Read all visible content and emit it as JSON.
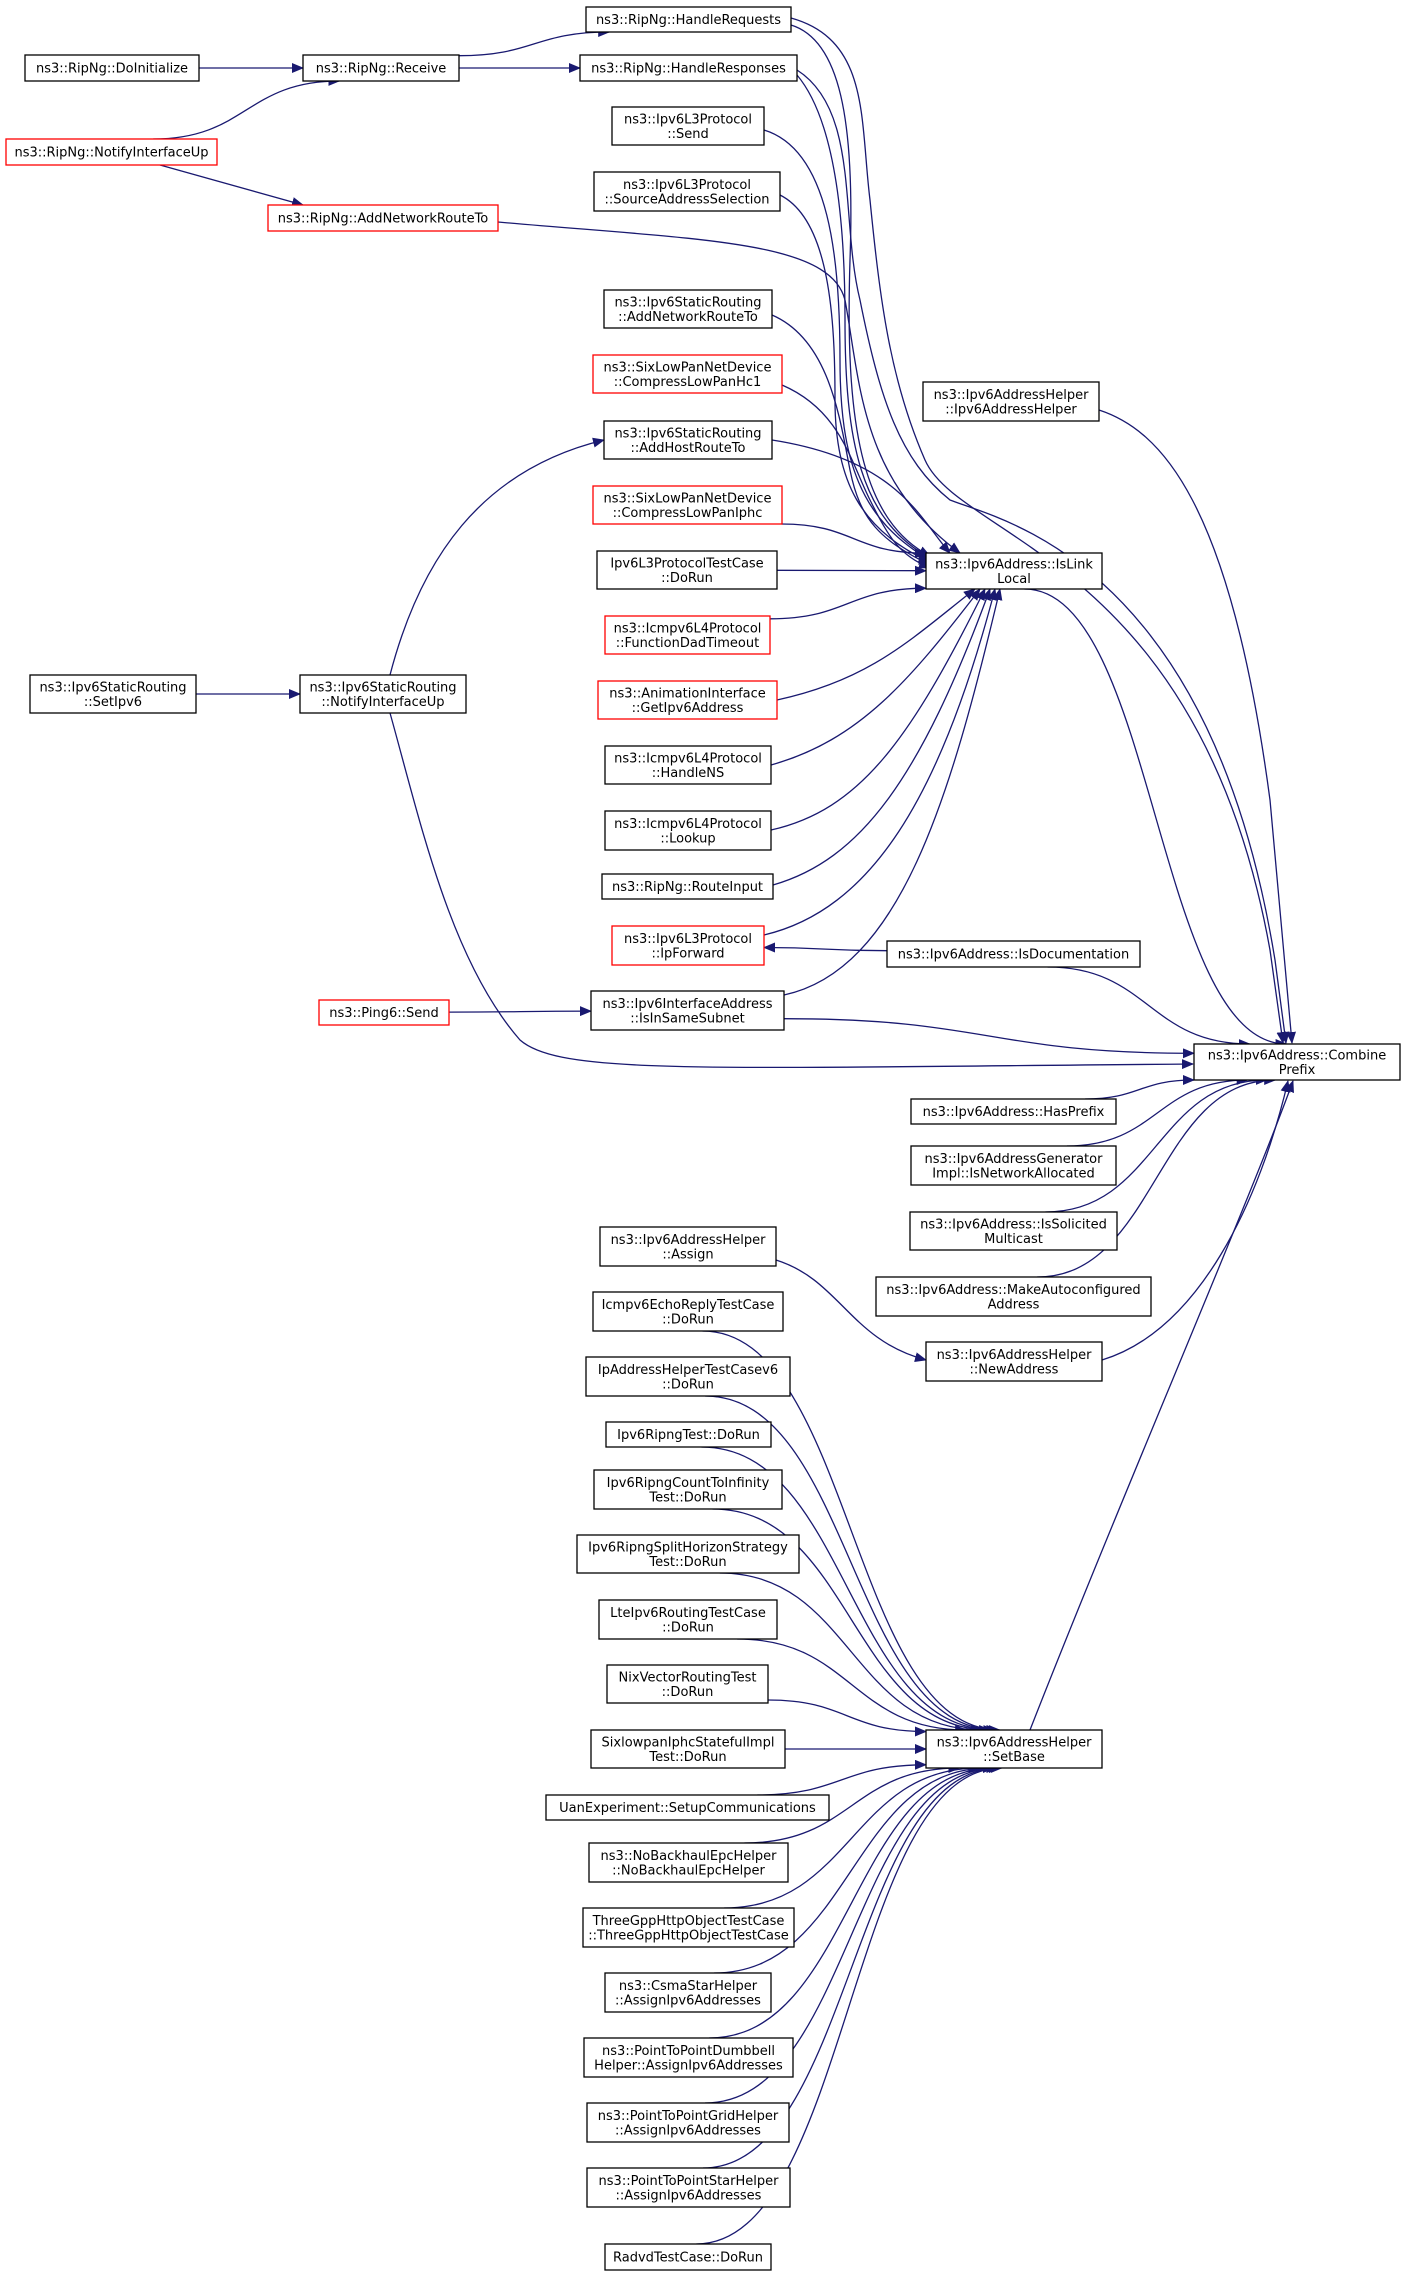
{
  "colors": {
    "edge": "#191970",
    "border_normal": "#000000",
    "border_red": "#ff0000",
    "focus_fill": "#bfbfbf"
  },
  "nodes": {
    "combine_prefix": {
      "lines": [
        "ns3::Ipv6Address::Combine",
        "Prefix"
      ],
      "border": "black",
      "focus": true
    },
    "is_link_local": {
      "lines": [
        "ns3::Ipv6Address::IsLink",
        "Local"
      ],
      "border": "black"
    },
    "ripng_handle_requests": {
      "lines": [
        "ns3::RipNg::HandleRequests"
      ],
      "border": "black"
    },
    "ripng_receive": {
      "lines": [
        "ns3::RipNg::Receive"
      ],
      "border": "black"
    },
    "ripng_do_initialize": {
      "lines": [
        "ns3::RipNg::DoInitialize"
      ],
      "border": "black"
    },
    "ripng_notify_interface_up": {
      "lines": [
        "ns3::RipNg::NotifyInterfaceUp"
      ],
      "border": "red"
    },
    "ripng_handle_responses": {
      "lines": [
        "ns3::RipNg::HandleResponses"
      ],
      "border": "black"
    },
    "ipv6l3_send": {
      "lines": [
        "ns3::Ipv6L3Protocol",
        "::Send"
      ],
      "border": "black"
    },
    "ipv6l3_source_address_selection": {
      "lines": [
        "ns3::Ipv6L3Protocol",
        "::SourceAddressSelection"
      ],
      "border": "black"
    },
    "ripng_add_network_route_to": {
      "lines": [
        "ns3::RipNg::AddNetworkRouteTo"
      ],
      "border": "red"
    },
    "static_add_network_route_to": {
      "lines": [
        "ns3::Ipv6StaticRouting",
        "::AddNetworkRouteTo"
      ],
      "border": "black"
    },
    "compress_lowpan_hc1": {
      "lines": [
        "ns3::SixLowPanNetDevice",
        "::CompressLowPanHc1"
      ],
      "border": "red"
    },
    "addr_helper_ctor": {
      "lines": [
        "ns3::Ipv6AddressHelper",
        "::Ipv6AddressHelper"
      ],
      "border": "black"
    },
    "static_add_host_route_to": {
      "lines": [
        "ns3::Ipv6StaticRouting",
        "::AddHostRouteTo"
      ],
      "border": "black"
    },
    "compress_lowpan_iphc": {
      "lines": [
        "ns3::SixLowPanNetDevice",
        "::CompressLowPanIphc"
      ],
      "border": "red"
    },
    "ipv6l3_test_do_run": {
      "lines": [
        "Ipv6L3ProtocolTestCase",
        "::DoRun"
      ],
      "border": "black"
    },
    "static_set_ipv6": {
      "lines": [
        "ns3::Ipv6StaticRouting",
        "::SetIpv6"
      ],
      "border": "black"
    },
    "static_notify_interface_up": {
      "lines": [
        "ns3::Ipv6StaticRouting",
        "::NotifyInterfaceUp"
      ],
      "border": "black"
    },
    "icmpv6_function_dad_timeout": {
      "lines": [
        "ns3::Icmpv6L4Protocol",
        "::FunctionDadTimeout"
      ],
      "border": "red"
    },
    "animation_get_ipv6_address": {
      "lines": [
        "ns3::AnimationInterface",
        "::GetIpv6Address"
      ],
      "border": "red"
    },
    "icmpv6_handle_ns": {
      "lines": [
        "ns3::Icmpv6L4Protocol",
        "::HandleNS"
      ],
      "border": "black"
    },
    "icmpv6_lookup": {
      "lines": [
        "ns3::Icmpv6L4Protocol",
        "::Lookup"
      ],
      "border": "black"
    },
    "ripng_route_input": {
      "lines": [
        "ns3::RipNg::RouteInput"
      ],
      "border": "black"
    },
    "ipv6l3_ip_forward": {
      "lines": [
        "ns3::Ipv6L3Protocol",
        "::IpForward"
      ],
      "border": "red"
    },
    "is_documentation": {
      "lines": [
        "ns3::Ipv6Address::IsDocumentation"
      ],
      "border": "black"
    },
    "ping6_send": {
      "lines": [
        "ns3::Ping6::Send"
      ],
      "border": "red"
    },
    "iface_addr_is_in_same_subnet": {
      "lines": [
        "ns3::Ipv6InterfaceAddress",
        "::IsInSameSubnet"
      ],
      "border": "black"
    },
    "has_prefix": {
      "lines": [
        "ns3::Ipv6Address::HasPrefix"
      ],
      "border": "black"
    },
    "generator_is_network_allocated": {
      "lines": [
        "ns3::Ipv6AddressGenerator",
        "Impl::IsNetworkAllocated"
      ],
      "border": "black"
    },
    "is_solicited_multicast": {
      "lines": [
        "ns3::Ipv6Address::IsSolicited",
        "Multicast"
      ],
      "border": "black"
    },
    "make_autoconfigured_address": {
      "lines": [
        "ns3::Ipv6Address::MakeAutoconfigured",
        "Address"
      ],
      "border": "black"
    },
    "addr_helper_assign": {
      "lines": [
        "ns3::Ipv6AddressHelper",
        "::Assign"
      ],
      "border": "black"
    },
    "addr_helper_new_address": {
      "lines": [
        "ns3::Ipv6AddressHelper",
        "::NewAddress"
      ],
      "border": "black"
    },
    "icmpv6_echo_reply_do_run": {
      "lines": [
        "Icmpv6EchoReplyTestCase",
        "::DoRun"
      ],
      "border": "black"
    },
    "ip_address_helper_v6_do_run": {
      "lines": [
        "IpAddressHelperTestCasev6",
        "::DoRun"
      ],
      "border": "black"
    },
    "ipv6_ripng_test_do_run": {
      "lines": [
        "Ipv6RipngTest::DoRun"
      ],
      "border": "black"
    },
    "ripng_count_to_infinity_do_run": {
      "lines": [
        "Ipv6RipngCountToInfinity",
        "Test::DoRun"
      ],
      "border": "black"
    },
    "ripng_split_horizon_do_run": {
      "lines": [
        "Ipv6RipngSplitHorizonStrategy",
        "Test::DoRun"
      ],
      "border": "black"
    },
    "lte_ipv6_routing_do_run": {
      "lines": [
        "LteIpv6RoutingTestCase",
        "::DoRun"
      ],
      "border": "black"
    },
    "nix_vector_routing_do_run": {
      "lines": [
        "NixVectorRoutingTest",
        "::DoRun"
      ],
      "border": "black"
    },
    "sixlowpan_iphc_stateful_do_run": {
      "lines": [
        "SixlowpanIphcStatefulImpl",
        "Test::DoRun"
      ],
      "border": "black"
    },
    "addr_helper_set_base": {
      "lines": [
        "ns3::Ipv6AddressHelper",
        "::SetBase"
      ],
      "border": "black"
    },
    "uan_setup_communications": {
      "lines": [
        "UanExperiment::SetupCommunications"
      ],
      "border": "black"
    },
    "no_backhaul_epc_helper": {
      "lines": [
        "ns3::NoBackhaulEpcHelper",
        "::NoBackhaulEpcHelper"
      ],
      "border": "black"
    },
    "three_gpp_http_object_test": {
      "lines": [
        "ThreeGppHttpObjectTestCase",
        "::ThreeGppHttpObjectTestCase"
      ],
      "border": "black"
    },
    "csma_star_assign_ipv6": {
      "lines": [
        "ns3::CsmaStarHelper",
        "::AssignIpv6Addresses"
      ],
      "border": "black"
    },
    "p2p_dumbbell_assign_ipv6": {
      "lines": [
        "ns3::PointToPointDumbbell",
        "Helper::AssignIpv6Addresses"
      ],
      "border": "black"
    },
    "p2p_grid_assign_ipv6": {
      "lines": [
        "ns3::PointToPointGridHelper",
        "::AssignIpv6Addresses"
      ],
      "border": "black"
    },
    "p2p_star_assign_ipv6": {
      "lines": [
        "ns3::PointToPointStarHelper",
        "::AssignIpv6Addresses"
      ],
      "border": "black"
    },
    "radvd_test_do_run": {
      "lines": [
        "RadvdTestCase::DoRun"
      ],
      "border": "black"
    }
  },
  "edges": [
    [
      "is_link_local",
      "combine_prefix"
    ],
    [
      "ripng_handle_requests",
      "is_link_local"
    ],
    [
      "ripng_receive",
      "ripng_handle_requests"
    ],
    [
      "ripng_do_initialize",
      "ripng_receive"
    ],
    [
      "ripng_notify_interface_up",
      "ripng_receive"
    ],
    [
      "ripng_handle_responses",
      "is_link_local"
    ],
    [
      "ripng_receive",
      "ripng_handle_responses"
    ],
    [
      "ipv6l3_send",
      "is_link_local"
    ],
    [
      "ipv6l3_source_address_selection",
      "is_link_local"
    ],
    [
      "ripng_add_network_route_to",
      "is_link_local"
    ],
    [
      "ripng_notify_interface_up",
      "ripng_add_network_route_to"
    ],
    [
      "static_add_network_route_to",
      "is_link_local"
    ],
    [
      "compress_lowpan_hc1",
      "is_link_local"
    ],
    [
      "static_add_host_route_to",
      "is_link_local"
    ],
    [
      "static_notify_interface_up",
      "static_add_host_route_to"
    ],
    [
      "static_set_ipv6",
      "static_notify_interface_up"
    ],
    [
      "compress_lowpan_iphc",
      "is_link_local"
    ],
    [
      "ipv6l3_test_do_run",
      "is_link_local"
    ],
    [
      "icmpv6_function_dad_timeout",
      "is_link_local"
    ],
    [
      "animation_get_ipv6_address",
      "is_link_local"
    ],
    [
      "icmpv6_handle_ns",
      "is_link_local"
    ],
    [
      "icmpv6_lookup",
      "is_link_local"
    ],
    [
      "ripng_route_input",
      "is_link_local"
    ],
    [
      "ipv6l3_ip_forward",
      "is_link_local"
    ],
    [
      "iface_addr_is_in_same_subnet",
      "is_link_local"
    ],
    [
      "ping6_send",
      "iface_addr_is_in_same_subnet"
    ],
    [
      "ripng_handle_requests",
      "combine_prefix"
    ],
    [
      "ripng_handle_responses",
      "combine_prefix"
    ],
    [
      "addr_helper_ctor",
      "combine_prefix"
    ],
    [
      "is_documentation",
      "combine_prefix"
    ],
    [
      "is_documentation",
      "ipv6l3_ip_forward"
    ],
    [
      "iface_addr_is_in_same_subnet",
      "combine_prefix"
    ],
    [
      "static_notify_interface_up",
      "combine_prefix"
    ],
    [
      "has_prefix",
      "combine_prefix"
    ],
    [
      "generator_is_network_allocated",
      "combine_prefix"
    ],
    [
      "is_solicited_multicast",
      "combine_prefix"
    ],
    [
      "make_autoconfigured_address",
      "combine_prefix"
    ],
    [
      "addr_helper_new_address",
      "combine_prefix"
    ],
    [
      "addr_helper_assign",
      "addr_helper_new_address"
    ],
    [
      "addr_helper_set_base",
      "combine_prefix"
    ],
    [
      "icmpv6_echo_reply_do_run",
      "addr_helper_set_base"
    ],
    [
      "ip_address_helper_v6_do_run",
      "addr_helper_set_base"
    ],
    [
      "ipv6_ripng_test_do_run",
      "addr_helper_set_base"
    ],
    [
      "ripng_count_to_infinity_do_run",
      "addr_helper_set_base"
    ],
    [
      "ripng_split_horizon_do_run",
      "addr_helper_set_base"
    ],
    [
      "lte_ipv6_routing_do_run",
      "addr_helper_set_base"
    ],
    [
      "nix_vector_routing_do_run",
      "addr_helper_set_base"
    ],
    [
      "sixlowpan_iphc_stateful_do_run",
      "addr_helper_set_base"
    ],
    [
      "uan_setup_communications",
      "addr_helper_set_base"
    ],
    [
      "no_backhaul_epc_helper",
      "addr_helper_set_base"
    ],
    [
      "three_gpp_http_object_test",
      "addr_helper_set_base"
    ],
    [
      "csma_star_assign_ipv6",
      "addr_helper_set_base"
    ],
    [
      "p2p_dumbbell_assign_ipv6",
      "addr_helper_set_base"
    ],
    [
      "p2p_grid_assign_ipv6",
      "addr_helper_set_base"
    ],
    [
      "p2p_star_assign_ipv6",
      "addr_helper_set_base"
    ],
    [
      "radvd_test_do_run",
      "addr_helper_set_base"
    ]
  ]
}
